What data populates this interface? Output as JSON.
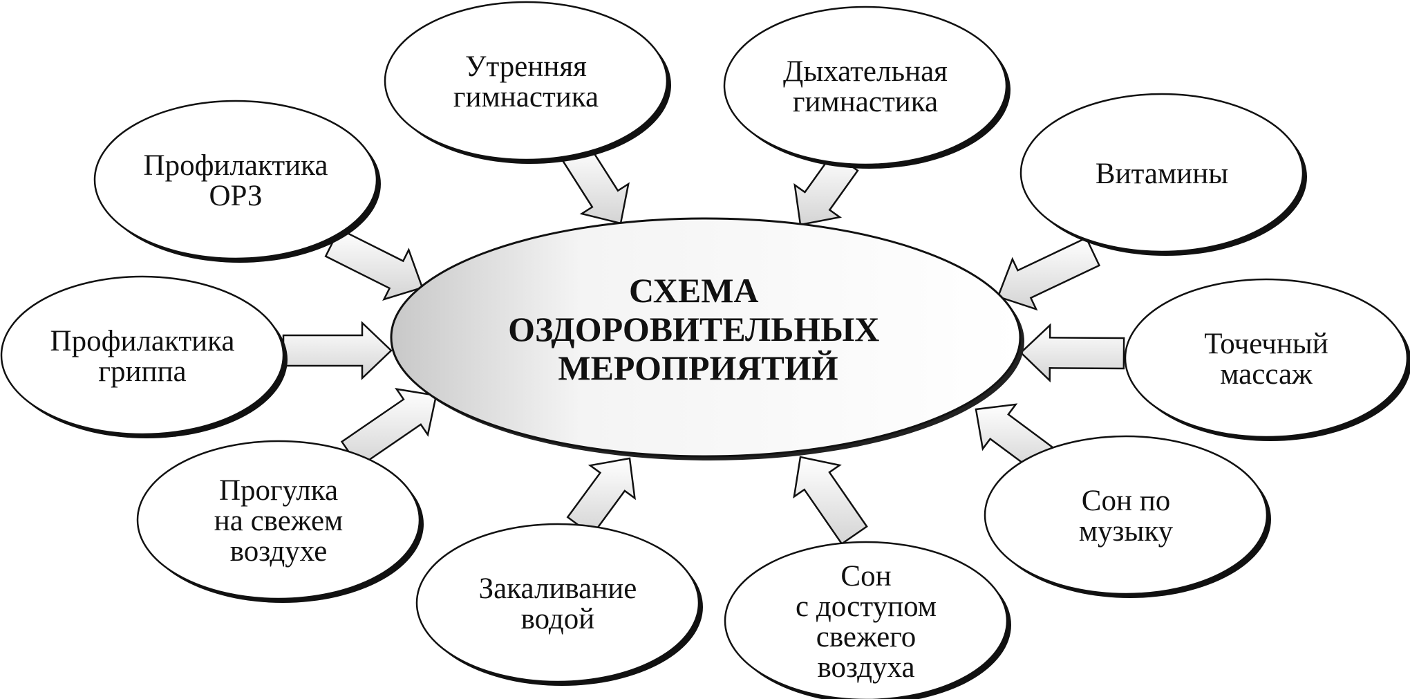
{
  "center": {
    "lines": [
      "СХЕМА",
      "ОЗДОРОВИТЕЛЬНЫХ",
      "МЕРОПРИЯТИЙ"
    ]
  },
  "nodes": [
    {
      "id": "morning-exercise",
      "lines": [
        "Утренняя",
        "гимнастика"
      ]
    },
    {
      "id": "breathing-exercise",
      "lines": [
        "Дыхательная",
        "гимнастика"
      ]
    },
    {
      "id": "vitamins",
      "lines": [
        "Витамины"
      ]
    },
    {
      "id": "acupressure",
      "lines": [
        "Точечный",
        "массаж"
      ]
    },
    {
      "id": "sleep-music",
      "lines": [
        "Сон по",
        "музыку"
      ]
    },
    {
      "id": "sleep-fresh-air",
      "lines": [
        "Сон",
        "с доступом",
        "свежего",
        "воздуха"
      ]
    },
    {
      "id": "water-hardening",
      "lines": [
        "Закаливание",
        "водой"
      ]
    },
    {
      "id": "fresh-air-walk",
      "lines": [
        "Прогулка",
        "на свежем",
        "воздухе"
      ]
    },
    {
      "id": "flu-prevention",
      "lines": [
        "Профилактика",
        "гриппа"
      ]
    },
    {
      "id": "ari-prevention",
      "lines": [
        "Профилактика",
        "ОРЗ"
      ]
    }
  ]
}
